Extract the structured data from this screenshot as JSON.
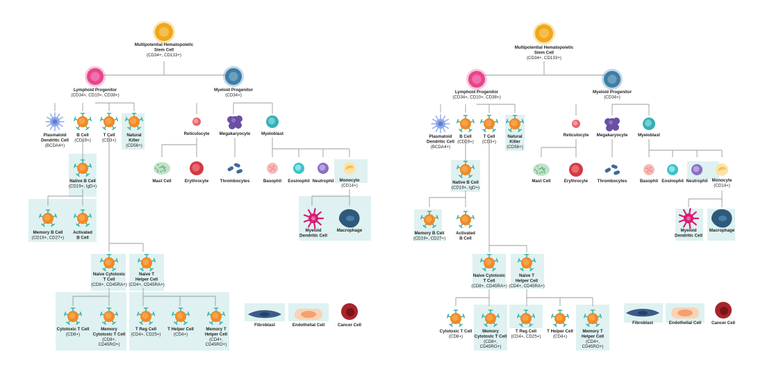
{
  "colors": {
    "highlight": "#dff1f1",
    "line": "#9a9a9a",
    "stem": "#f0a818",
    "lymphoid": "#e8458b",
    "myeloid": "#3d7ea8",
    "orange_cell": "#f08a24",
    "spike": "#3bb3a5",
    "reticulocyte": "#e8666e",
    "megakaryocyte": "#6a4fa3",
    "myeloblast": "#35b1b4",
    "mast": "#8fcb9f",
    "erythrocyte": "#d43a42",
    "thrombocyte": "#3f6a9a",
    "basophil": "#f08c8c",
    "eosinophil": "#3cc3c9",
    "neutrophil": "#8a6fc4",
    "monocyte": "#f5c04f",
    "dendritic": "#d81c73",
    "macrophage": "#2d5a7b",
    "fibroblast": "#3b5b88",
    "endothelial": "#f4a070",
    "cancer": "#a8242c",
    "plasmacytoid": "#8fa8e8"
  },
  "panels": [
    {
      "stem": {
        "name": [
          "Multipotential Hematopoietic",
          "Stem Cell"
        ],
        "markers": "(CD34+, CD133+)"
      },
      "lymphoid": {
        "name": "Lymphoid Progenitor",
        "markers": "(CD34+, CD10+, CD38+)"
      },
      "myeloid": {
        "name": "Myeloid Progenitor",
        "markers": "(CD34+)"
      },
      "plasmacytoid": {
        "name": [
          "Plasmatoid",
          "Dendritic Cell"
        ],
        "markers": "(BCDA4+)"
      },
      "bcell": {
        "name": "B Cell",
        "markers": "(CD19+)"
      },
      "tcell": {
        "name": "T Cell",
        "markers": "(CD3+)"
      },
      "nk": {
        "name": [
          "Natural",
          "Killer"
        ],
        "markers": "(CD56+)"
      },
      "native_b": {
        "name": "Native B Cell",
        "markers": "(CD19+, IgD+)"
      },
      "memory_b": {
        "name": "Memory B Cell",
        "markers": "(CD19+, CD27+)"
      },
      "activated_b": {
        "name": [
          "Activated",
          "B Cell"
        ]
      },
      "naive_cyto": {
        "name": [
          "Naive Cytotoxic",
          "T Cell"
        ],
        "markers": "(CD8+, CD45RA+)"
      },
      "naive_helper": {
        "name": [
          "Naive T",
          "Helper Cell"
        ],
        "markers": "(CD4+, CD45RA+)"
      },
      "cyto_t": {
        "name": "Cytotoxic T Cell",
        "markers": "(CD8+)"
      },
      "mem_cyto": {
        "name": [
          "Memory",
          "Cytotoxic T Cell"
        ],
        "markers": [
          "(CD8+,",
          "CD45RO+)"
        ]
      },
      "treg": {
        "name": "T Reg Cell",
        "markers": "(CD4+, CD25+)"
      },
      "thelper": {
        "name": "T Helper Cell",
        "markers": "(CD4+)"
      },
      "mem_helper": {
        "name": [
          "Memory T",
          "Helper Cell"
        ],
        "markers": [
          "(CD4+,",
          "CD45RO+)"
        ]
      },
      "reticulocyte": {
        "name": "Reticulocyte"
      },
      "megakaryocyte": {
        "name": "Megakaryocyte"
      },
      "myeloblast": {
        "name": "Myeloblast"
      },
      "mast": {
        "name": "Mast Cell"
      },
      "erythrocyte": {
        "name": "Erythrocyte"
      },
      "thrombocytes": {
        "name": "Thrombocytes"
      },
      "basophil": {
        "name": "Basophil"
      },
      "eosinophil": {
        "name": "Eosinophil"
      },
      "neutrophil": {
        "name": "Neutrophil"
      },
      "monocyte": {
        "name": "Monocyte",
        "markers": "(CD14+)"
      },
      "myeloid_dc": {
        "name": [
          "Myeloid",
          "Dendritic Cell"
        ]
      },
      "macrophage": {
        "name": "Macrophage"
      },
      "fibroblast": {
        "name": "Fibroblast"
      },
      "endothelial": {
        "name": "Endothelial Cell"
      },
      "cancer": {
        "name": "Cancer Cell"
      }
    },
    {
      "stem": {
        "name": [
          "Multipotential Hematopoietic",
          "Stem Cell"
        ],
        "markers": "(CD34+, CD133+)"
      },
      "lymphoid": {
        "name": "Lymphoid Progenitor",
        "markers": "(CD34+, CD10+, CD38+)"
      },
      "myeloid": {
        "name": "Myeloid Progenitor",
        "markers": "(CD34+)"
      },
      "plasmacytoid": {
        "name": [
          "Plasmatoid",
          "Dendritic Cell"
        ],
        "markers": "(BCDA4+)"
      },
      "bcell": {
        "name": "B Cell",
        "markers": "(CD19+)"
      },
      "tcell": {
        "name": "T Cell",
        "markers": "(CD3+)"
      },
      "nk": {
        "name": [
          "Natural",
          "Killer"
        ],
        "markers": "(CD56+)"
      },
      "native_b": {
        "name": "Native B Cell",
        "markers": "(CD19+, IgD+)"
      },
      "memory_b": {
        "name": "Memory B Cell",
        "markers": "(CD19+, CD27+)"
      },
      "activated_b": {
        "name": [
          "Activated",
          "B Cell"
        ]
      },
      "naive_cyto": {
        "name": [
          "Naive Cytotoxic",
          "T Cell"
        ],
        "markers": "(CD8+, CD45RA+)"
      },
      "naive_helper": {
        "name": [
          "Naive T",
          "Helper Cell"
        ],
        "markers": "(CD4+, CD45RA+)"
      },
      "cyto_t": {
        "name": "Cytotoxic T Cell",
        "markers": "(CD8+)"
      },
      "mem_cyto": {
        "name": [
          "Memory",
          "Cytotoxic T Cell"
        ],
        "markers": [
          "(CD8+,",
          "CD45RO+)"
        ]
      },
      "treg": {
        "name": "T Reg Cell",
        "markers": "(CD4+, CD25+)"
      },
      "thelper": {
        "name": "T Helper Cell",
        "markers": "(CD4+)"
      },
      "mem_helper": {
        "name": [
          "Memory T",
          "Helper Cell"
        ],
        "markers": [
          "(CD4+,",
          "CD45RO+)"
        ]
      },
      "reticulocyte": {
        "name": "Reticulocyte"
      },
      "megakaryocyte": {
        "name": "Megakaryocyte"
      },
      "myeloblast": {
        "name": "Myeloblast"
      },
      "mast": {
        "name": "Mast Cell"
      },
      "erythrocyte": {
        "name": "Erythrocyte"
      },
      "thrombocytes": {
        "name": "Thrombocytes"
      },
      "basophil": {
        "name": "Basophil"
      },
      "eosinophil": {
        "name": "Eosinophil"
      },
      "neutrophil": {
        "name": "Neutrophil"
      },
      "monocyte": {
        "name": "Monocyte",
        "markers": "(CD14+)"
      },
      "myeloid_dc": {
        "name": [
          "Myeloid",
          "Dendritic Cell"
        ]
      },
      "macrophage": {
        "name": "Macrophage"
      },
      "fibroblast": {
        "name": "Fibroblast"
      },
      "endothelial": {
        "name": "Endothelial Cell"
      },
      "cancer": {
        "name": "Cancer Cell"
      }
    }
  ]
}
